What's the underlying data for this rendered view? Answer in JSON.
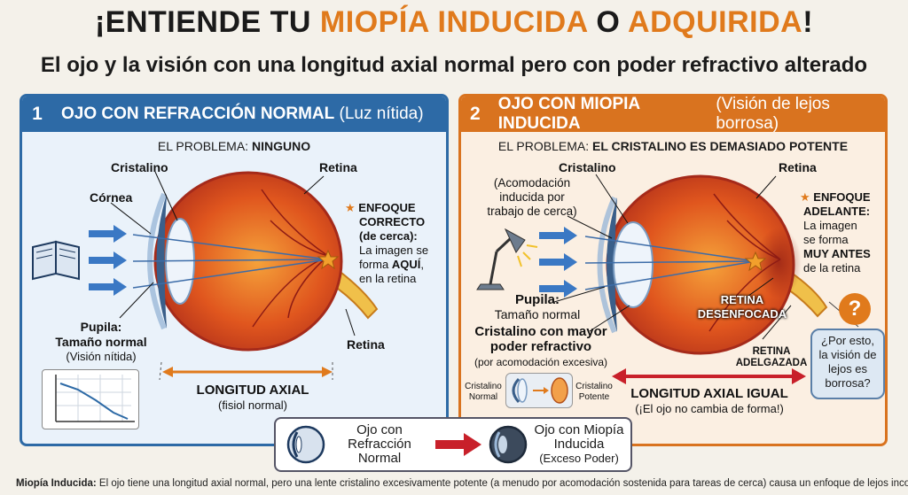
{
  "header": {
    "title_prefix": "¡ENTIENDE TU ",
    "title_hl1": "MIOPÍA INDUCIDA",
    "title_mid": " O ",
    "title_hl2": "ADQUIRIDA",
    "title_suffix": "!",
    "subtitle": "El ojo y la visión con una longitud axial normal pero con poder refractivo alterado"
  },
  "left": {
    "num": "1",
    "title": "OJO CON REFRACCIÓN NORMAL",
    "title_paren": "(Luz nítida)",
    "problem_label": "EL PROBLEMA: ",
    "problem_value": "NINGUNO",
    "cristalino": "Cristalino",
    "cornea": "Córnea",
    "retina_top": "Retina",
    "retina_bottom": "Retina",
    "focus_1": "ENFOQUE",
    "focus_2": "CORRECTO",
    "focus_3": "(de cerca):",
    "focus_4": "La imagen se",
    "focus_5a": "forma ",
    "focus_5b": "AQUÍ",
    "focus_5c": ",",
    "focus_6": "en la retina",
    "pupila": "Pupila:",
    "pupila_size": "Tamaño normal",
    "pupila_note": "(Visión nítida)",
    "axial": "LONGITUD AXIAL",
    "axial_note": "(fisiol normal)"
  },
  "right": {
    "num": "2",
    "title": "OJO CON MIOPÍA INDUCIDA",
    "title_paren": "(Visión de lejos borrosa)",
    "problem_label": "EL PROBLEMA: ",
    "problem_value": "EL CRISTALINO ES DEMASIADO POTENTE",
    "cristalino": "Cristalino",
    "retina": "Retina",
    "accom_1": "(Acomodación",
    "accom_2": "inducida por",
    "accom_3": "trabajo de cerca)",
    "focus_1": "ENFOQUE",
    "focus_2": "ADELANTE:",
    "focus_3": "La imagen",
    "focus_4": "se forma",
    "focus_5": "MUY ANTES",
    "focus_6": "de la retina",
    "pupila": "Pupila:",
    "pupila_size": "Tamaño normal",
    "blur_1": "RETINA",
    "blur_2": "DESENFOCADA",
    "strong_1": "Cristalino con mayor",
    "strong_2": "poder refractivo",
    "strong_3": "(por acomodación excesiva)",
    "thin_1": "RETINA",
    "thin_2": "ADELGAZADA",
    "lens_left_1": "Cristalino",
    "lens_left_2": "Normal",
    "lens_right_1": "Cristalino",
    "lens_right_2": "Potente",
    "axial": "LONGITUD AXIAL IGUAL",
    "axial_note": "(¡El ojo no cambia de forma!)",
    "question_mark": "?",
    "bubble_1": "¿Por esto,",
    "bubble_2": "la visión de",
    "bubble_3": "lejos es",
    "bubble_4": "borrosa?"
  },
  "compare": {
    "left_1": "Ojo con",
    "left_2": "Refracción",
    "left_3": "Normal",
    "right_1": "Ojo con Miopía",
    "right_2": "Inducida",
    "right_3": "(Exceso Poder)"
  },
  "footer": {
    "bold": "Miopía Inducida:",
    "text": " El ojo tiene una longitud axial normal, pero una lente cristalino excesivamente potente (a menudo por acomodación sostenida para tareas de cerca) causa un enfoque de lejos incorrecto."
  },
  "colors": {
    "accent_orange": "#e07a1c",
    "blue": "#2d6aa6",
    "red_arrow": "#c8202a"
  }
}
